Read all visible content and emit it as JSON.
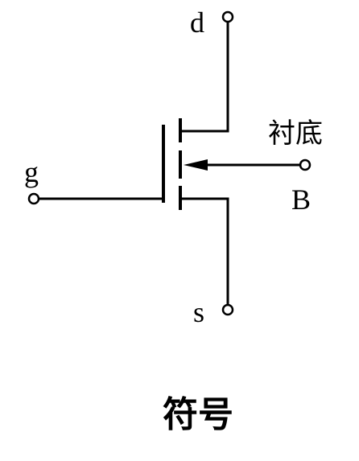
{
  "labels": {
    "drain": "d",
    "gate": "g",
    "source": "s",
    "substrate_cn": "衬底",
    "bulk": "B"
  },
  "caption": "符号",
  "colors": {
    "line": "#000000",
    "background": "#ffffff"
  }
}
